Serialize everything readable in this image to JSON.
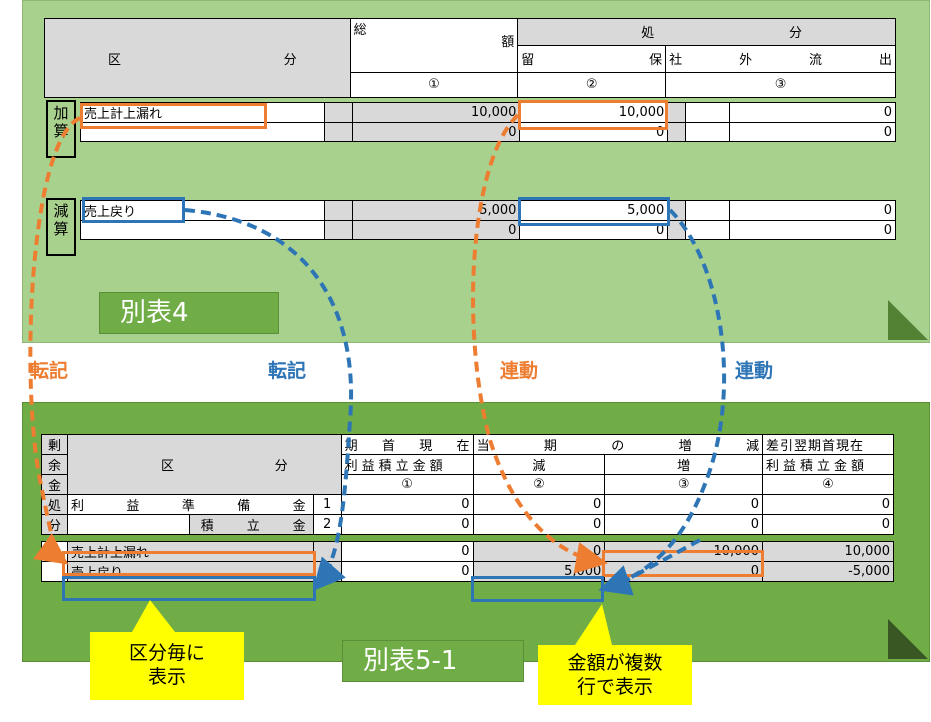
{
  "top": {
    "header": {
      "kubun_left": "区",
      "kubun_right": "分",
      "sogaku_left": "総",
      "sogaku_right": "額",
      "shobun_left": "処",
      "shobun_right": "分",
      "ryuho_left": "留",
      "ryuho_right": "保",
      "shagai": [
        "社",
        "外",
        "流",
        "出"
      ],
      "col1": "①",
      "col2": "②",
      "col3": "③"
    },
    "kasan": {
      "label": "加算",
      "row1": {
        "name": "売上計上漏れ",
        "total": "10,000",
        "ryuho": "10,000",
        "shagai": "0"
      },
      "row2": {
        "name": "",
        "total": "0",
        "ryuho": "0",
        "shagai": "0"
      }
    },
    "gensan": {
      "label": "減算",
      "row1": {
        "name": "売上戻り",
        "total": "5,000",
        "ryuho": "5,000",
        "shagai": "0"
      },
      "row2": {
        "name": "",
        "total": "0",
        "ryuho": "0",
        "shagai": "0"
      }
    },
    "tag": "別表4"
  },
  "bottom": {
    "header": {
      "side": [
        "剰",
        "余",
        "金",
        "処",
        "分"
      ],
      "kubun_left": "区",
      "kubun_right": "分",
      "kishu_line1": [
        "期",
        "首",
        "現",
        "在"
      ],
      "kishu_line2": "利益積立金額",
      "touki_line": [
        "当",
        "期",
        "の",
        "増",
        "減"
      ],
      "gen": "減",
      "zou": "増",
      "sashihiki_line1": "差引翌期首現在",
      "sashihiki_line2": "利益積立金額",
      "col1": "①",
      "col2": "②",
      "col3": "③",
      "col4": "④"
    },
    "rows": [
      {
        "name": [
          "利",
          "益",
          "準",
          "備",
          "金"
        ],
        "no": "1",
        "c1": "0",
        "c2": "0",
        "c3": "0",
        "c4": "0"
      },
      {
        "name": [
          "積",
          "立",
          "金"
        ],
        "no": "2",
        "c1": "0",
        "c2": "0",
        "c3": "0",
        "c4": "0"
      },
      {
        "name": "売上計上漏れ",
        "no": "",
        "c1": "0",
        "c2": "0",
        "c3": "10,000",
        "c4": "10,000"
      },
      {
        "name": "売上戻り",
        "no": "",
        "c1": "0",
        "c2": "5,000",
        "c3": "0",
        "c4": "-5,000"
      }
    ],
    "tag": "別表5-1"
  },
  "labels": {
    "tenki_orange": "転記",
    "tenki_blue": "転記",
    "rendo_orange": "連動",
    "rendo_blue": "連動"
  },
  "callouts": {
    "left": [
      "区分毎に",
      "表示"
    ],
    "right": [
      "金額が複数",
      "行で表示"
    ]
  },
  "colors": {
    "orange": "#ed7d31",
    "blue": "#2e75b6",
    "light_green": "#a9d18e",
    "dark_green": "#70ad47",
    "yellow": "#ffff00"
  }
}
